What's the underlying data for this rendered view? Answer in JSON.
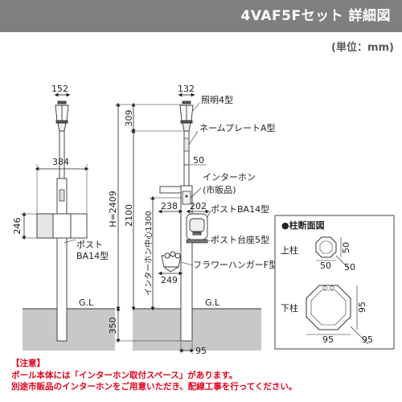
{
  "header": {
    "title": "4VAF5Fセット 詳細図",
    "unit": "(単位：mm)"
  },
  "left_view": {
    "dim_top": "152",
    "dim_width": "384",
    "dim_height": "246",
    "post_label_1": "ポスト",
    "post_label_2": "BA14型",
    "ground_label": "G.L"
  },
  "right_view": {
    "dim_top_width": "132",
    "dim_light": "309",
    "label_light": "照明4型",
    "label_nameplate": "ネームプレートA型",
    "dim_50": "50",
    "label_intercom_1": "インターホン",
    "label_intercom_2": "(市販品)",
    "dim_238": "238",
    "dim_202": "202",
    "label_post": "ポストBA14型",
    "label_post_base": "ポスト台座5型",
    "label_flower": "フラワーハンガーF型",
    "dim_249": "249",
    "dim_total": "H=2409",
    "dim_2100": "2100",
    "dim_intercom_center": "インターホン中心1300",
    "dim_350": "350",
    "dim_95": "95",
    "ground_label": "G.L"
  },
  "section": {
    "title": "●柱断面図",
    "upper_label": "上柱",
    "upper_dim_a": "50",
    "upper_dim_b": "50",
    "upper_dim_c": "50",
    "lower_label": "下柱",
    "lower_dim_a": "95",
    "lower_dim_b": "95",
    "lower_dim_c": "95"
  },
  "notes": {
    "head": "【注意】",
    "line1": "ポール本体には「インターホン取付スペース」があります。",
    "line2": "別途市販品のインターホンをご用意いただき、配線工事を行ってください。"
  },
  "colors": {
    "header_bg": "#7f7f7f",
    "note_red": "#e2001a",
    "ground_fill": "#c8c8c8"
  }
}
